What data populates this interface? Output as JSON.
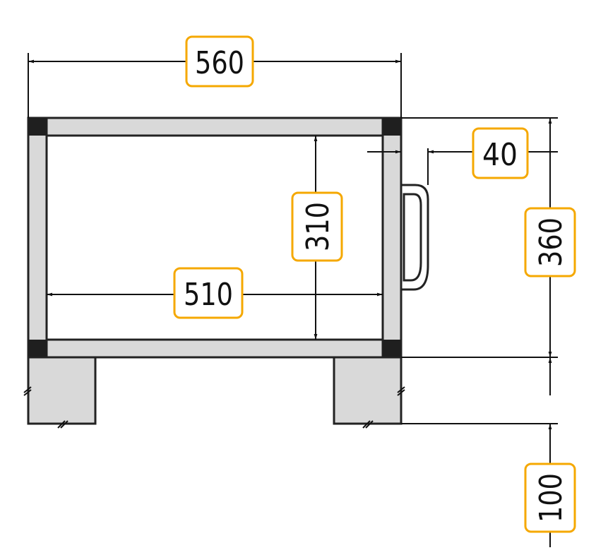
{
  "dimensions": {
    "overall_width": "560",
    "inner_width": "510",
    "inner_height": "310",
    "overall_height": "360",
    "handle_offset": "40",
    "leg_height": "100"
  },
  "colors": {
    "frame_fill": "#d9d9d9",
    "frame_stroke": "#222222",
    "corner_block": "#1f1f1f",
    "label_border": "#f5a800",
    "label_fill": "#ffffff",
    "leg_fill": "#d9d9d9"
  }
}
